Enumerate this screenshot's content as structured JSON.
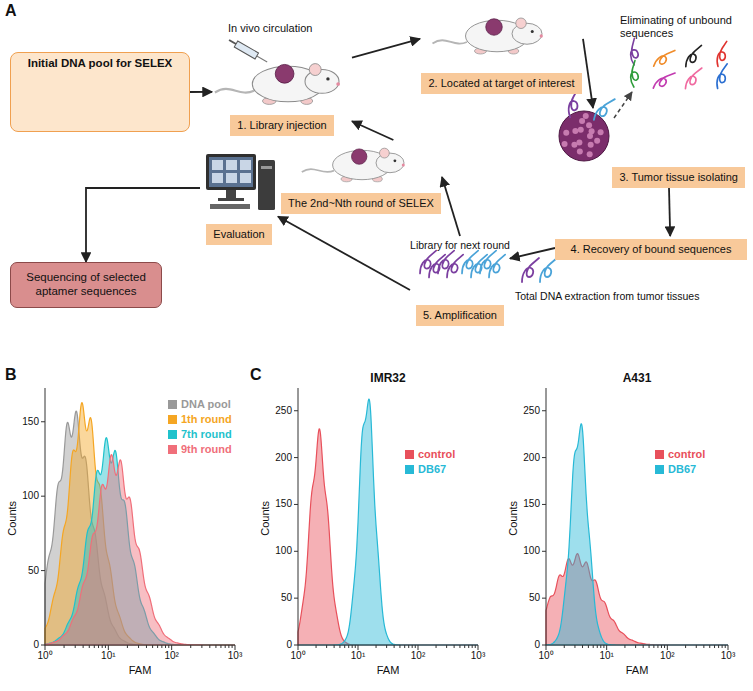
{
  "diagram": {
    "nodes": [
      {
        "text": [
          "Initial DNA pool for SELEX"
        ]
      },
      {
        "text": [
          "1. Library injection"
        ]
      },
      {
        "text": [
          "2. Located at target of interest"
        ]
      },
      {
        "text": [
          "3. Tumor tissue isolating"
        ]
      },
      {
        "text": [
          "4. Recovery of bound sequences"
        ]
      },
      {
        "text": [
          "5. Amplification"
        ]
      },
      {
        "text": [
          "The 2nd~Nth round of SELEX"
        ]
      },
      {
        "text": [
          "Evaluation"
        ]
      },
      {
        "text": [
          "Sequencing of selected aptamer sequences"
        ]
      }
    ],
    "edges": [
      {
        "from": 0,
        "to": 1,
        "arrow": "to"
      },
      {
        "from": 1,
        "to": 2,
        "arrow": "to"
      },
      {
        "from": 2,
        "to": 3,
        "arrow": "to"
      },
      {
        "from": 3,
        "to": 4,
        "arrow": "to"
      },
      {
        "from": 4,
        "to": 5,
        "arrow": "to"
      },
      {
        "from": 5,
        "to": 6,
        "arrow": "to"
      },
      {
        "from": 6,
        "to": 1,
        "arrow": "to"
      },
      {
        "from": 5,
        "to": 7,
        "arrow": "to"
      },
      {
        "from": 7,
        "to": 8,
        "arrow": "to"
      }
    ],
    "labels": [
      "A",
      "In vivo circulation",
      "Eliminating of unbound sequences",
      "Total DNA extraction from tumor tissues",
      "Library for next round",
      "B",
      "Counts",
      "FAM",
      "0",
      "50",
      "100",
      "150",
      "10⁰",
      "10¹",
      "10²",
      "10³",
      "C",
      "IMR32",
      "Counts",
      "FAM",
      "0",
      "50",
      "100",
      "150",
      "200",
      "250",
      "10⁰",
      "10¹",
      "10²",
      "10³",
      "A431",
      "Counts",
      "FAM",
      "0",
      "50",
      "100",
      "150",
      "200",
      "250",
      "10⁰",
      "10¹",
      "10²",
      "10³"
    ],
    "legend": [
      {
        "text": "DNA pool",
        "color": "#999999"
      },
      {
        "text": "1th round",
        "color": "#f5a623"
      },
      {
        "text": "7th round",
        "color": "#1fc2cc"
      },
      {
        "text": "9th round",
        "color": "#f06f7a"
      },
      {
        "text": "control",
        "color": "#e8505b"
      },
      {
        "text": "DB67",
        "color": "#27b9d6"
      },
      {
        "text": "control",
        "color": "#e8505b"
      },
      {
        "text": "DB67",
        "color": "#27b9d6"
      }
    ]
  }
}
